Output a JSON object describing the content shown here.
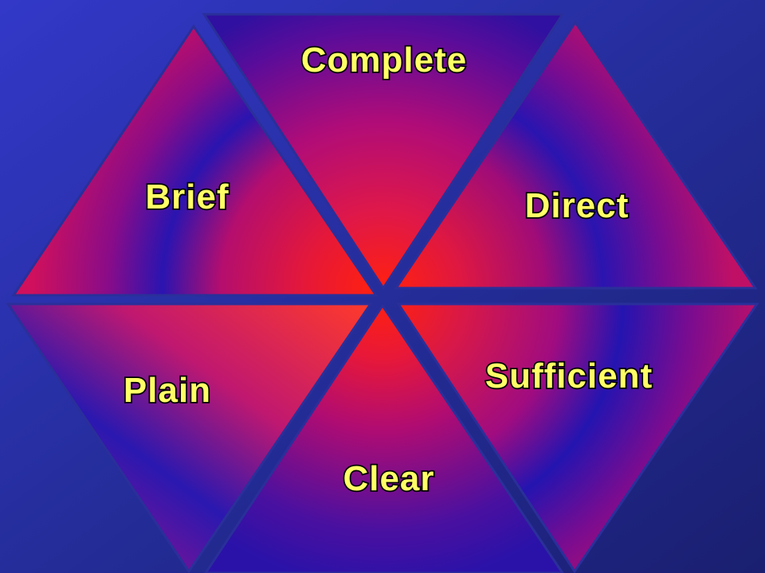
{
  "slide": {
    "segments": [
      {
        "id": "complete",
        "label": "Complete"
      },
      {
        "id": "brief",
        "label": "Brief"
      },
      {
        "id": "direct",
        "label": "Direct"
      },
      {
        "id": "plain",
        "label": "Plain"
      },
      {
        "id": "sufficient",
        "label": "Sufficient"
      },
      {
        "id": "clear",
        "label": "Clear"
      }
    ]
  },
  "colors": {
    "background_top_left": "#3338c8",
    "background_bottom_right": "#1a1f70",
    "segment_hot": "#ff2a10",
    "segment_mid": "#c0106a",
    "segment_cool": "#2a1aa8",
    "label_fill": "#ffff66",
    "label_stroke": "#000000",
    "divider": "#2a2f9a"
  }
}
